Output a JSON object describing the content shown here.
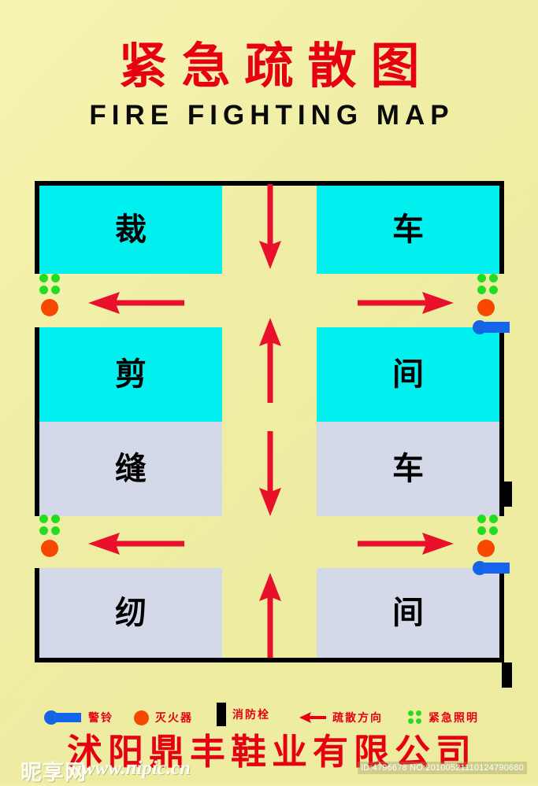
{
  "header": {
    "title_cn": "紧急疏散图",
    "title_en": "FIRE FIGHTING MAP"
  },
  "colors": {
    "background": "#f0eea5",
    "title_red": "#e60012",
    "room_cyan": "#00f0f0",
    "room_gray": "#d3d9e8",
    "wall_black": "#000000",
    "arrow_red": "#e8102a",
    "light_green": "#22dd22",
    "extinguisher_orange": "#f64800",
    "bell_blue": "#1566ef"
  },
  "plan": {
    "rooms": [
      {
        "id": "room-cai",
        "label": "裁",
        "fill": "cyan"
      },
      {
        "id": "room-che-1",
        "label": "车",
        "fill": "cyan"
      },
      {
        "id": "room-jian",
        "label": "剪",
        "fill": "cyan"
      },
      {
        "id": "room-feng",
        "label": "缝",
        "fill": "gray"
      },
      {
        "id": "room-jian-2",
        "label": "间",
        "fill": "cyan"
      },
      {
        "id": "room-che-2",
        "label": "车",
        "fill": "gray"
      },
      {
        "id": "room-ren",
        "label": "纫",
        "fill": "gray"
      },
      {
        "id": "room-jian-3",
        "label": "间",
        "fill": "gray"
      }
    ],
    "corridor_arrows": [
      {
        "id": "corridor-arrow-1",
        "direction": "down"
      },
      {
        "id": "corridor-arrow-2",
        "direction": "up"
      },
      {
        "id": "corridor-arrow-3",
        "direction": "down"
      },
      {
        "id": "corridor-arrow-4",
        "direction": "up"
      }
    ],
    "cross_arrows": [
      {
        "id": "cross-arrow-upper-left",
        "direction": "left"
      },
      {
        "id": "cross-arrow-upper-right",
        "direction": "right"
      },
      {
        "id": "cross-arrow-lower-left",
        "direction": "left"
      },
      {
        "id": "cross-arrow-lower-right",
        "direction": "right"
      }
    ],
    "markers": {
      "emergency_lights": 4,
      "extinguishers": 4,
      "alarm_bells": 2,
      "hydrants": 2
    }
  },
  "legend": {
    "items": [
      {
        "id": "legend-bell",
        "symbol": "alarm-bell-icon",
        "label": "警铃"
      },
      {
        "id": "legend-ext",
        "symbol": "fire-extinguisher-icon",
        "label": "灭火器"
      },
      {
        "id": "legend-hydrant",
        "symbol": "fire-hydrant-icon",
        "label": "消防栓"
      },
      {
        "id": "legend-direction",
        "symbol": "evacuation-arrow-icon",
        "label": "疏散方向"
      },
      {
        "id": "legend-lighting",
        "symbol": "emergency-light-icon",
        "label": "紧急照明"
      }
    ]
  },
  "footer": {
    "company": "沭阳鼎丰鞋业有限公司"
  },
  "watermark": {
    "logo": "昵享网",
    "url": "www.nipic.cn",
    "id_text": "ID:4796678 NO:20100521110124790680"
  }
}
